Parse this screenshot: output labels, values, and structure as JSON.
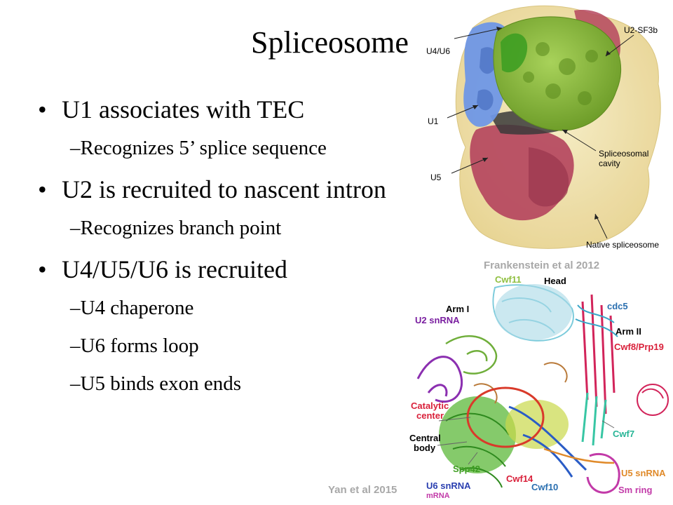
{
  "slide": {
    "title": "Spliceosome",
    "bullets": [
      {
        "text": "U1 associates with TEC",
        "sub": [
          "Recognizes 5’ splice sequence"
        ]
      },
      {
        "text": "U2 is recruited to nascent intron",
        "sub": [
          "Recognizes branch point"
        ]
      },
      {
        "text": "U4/U5/U6 is recruited",
        "sub": [
          "U4 chaperone",
          "U6 forms loop",
          "U5 binds exon ends"
        ]
      }
    ],
    "bullet_glyph": "•",
    "sub_glyph": "–"
  },
  "figure_top": {
    "labels": {
      "u4u6": "U4/U6",
      "u1": "U1",
      "u5": "U5",
      "u2sf3b": "U2-SF3b",
      "cavity_line1": "Spliceosomal",
      "cavity_line2": "cavity",
      "native": "Native spliceosome"
    },
    "credit": "Frankenstein et al 2012"
  },
  "figure_bottom": {
    "labels": {
      "cwf11": "Cwf11",
      "head": "Head",
      "cdc5": "cdc5",
      "arm1": "Arm I",
      "u2snrna": "U2 snRNA",
      "arm2": "Arm II",
      "cwf8": "Cwf8/Prp19",
      "catalytic1": "Catalytic",
      "catalytic2": "center",
      "central1": "Central",
      "central2": "body",
      "cwf7": "Cwf7",
      "spp42": "Spp42",
      "u5snrna": "U5 snRNA",
      "cwf14": "Cwf14",
      "u6snrna": "U6 snRNA",
      "mrna": "mRNA",
      "cwf10": "Cwf10",
      "smring": "Sm ring"
    },
    "credit": "Yan et al 2015"
  },
  "colors": {
    "u2_green": "#8fbf3f",
    "u4u6_blue": "#6f97e6",
    "u5_red": "#b5475e",
    "envelope": "#f2e4b0",
    "catalytic_red": "#d93a2a",
    "label_purple": "#7a1fa0",
    "label_red": "#d9203a"
  }
}
